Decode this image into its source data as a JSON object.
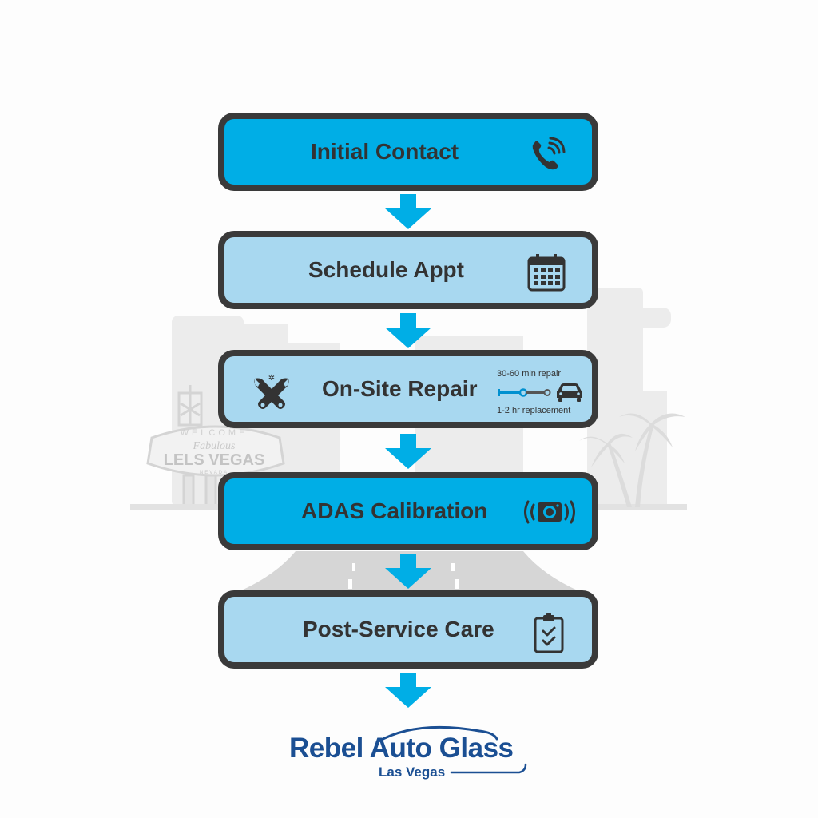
{
  "diagram": {
    "type": "vertical-process-flow",
    "steps": [
      {
        "label": "Initial Contact",
        "icon": "phone-ringing-icon",
        "fill": "#00aee6"
      },
      {
        "label": "Schedule Appt",
        "icon": "calendar-icon",
        "fill": "#a8d8f0"
      },
      {
        "label": "On-Site Repair",
        "icon": "wrench-cross-icon",
        "fill": "#a8d8f0",
        "timeline": {
          "top": "30-60 min repair",
          "bottom": "1-2 hr replacement",
          "icon": "car-icon"
        }
      },
      {
        "label": "ADAS Calibration",
        "icon": "camera-sensor-icon",
        "fill": "#00aee6"
      },
      {
        "label": "Post-Service Care",
        "icon": "clipboard-check-icon",
        "fill": "#a8d8f0"
      }
    ],
    "arrow_color": "#00aee6",
    "border_color": "#3a3a3a"
  },
  "background": {
    "sign": {
      "line1": "WELCOME",
      "line2": "Fabulous",
      "line3": "LELS VEGAS",
      "line4": "NEVADA"
    },
    "elements": [
      "skyline-silhouette",
      "palm-trees",
      "road"
    ]
  },
  "logo": {
    "brand": "Rebel Auto Glass",
    "location": "Las Vegas",
    "color": "#1b4f93"
  }
}
